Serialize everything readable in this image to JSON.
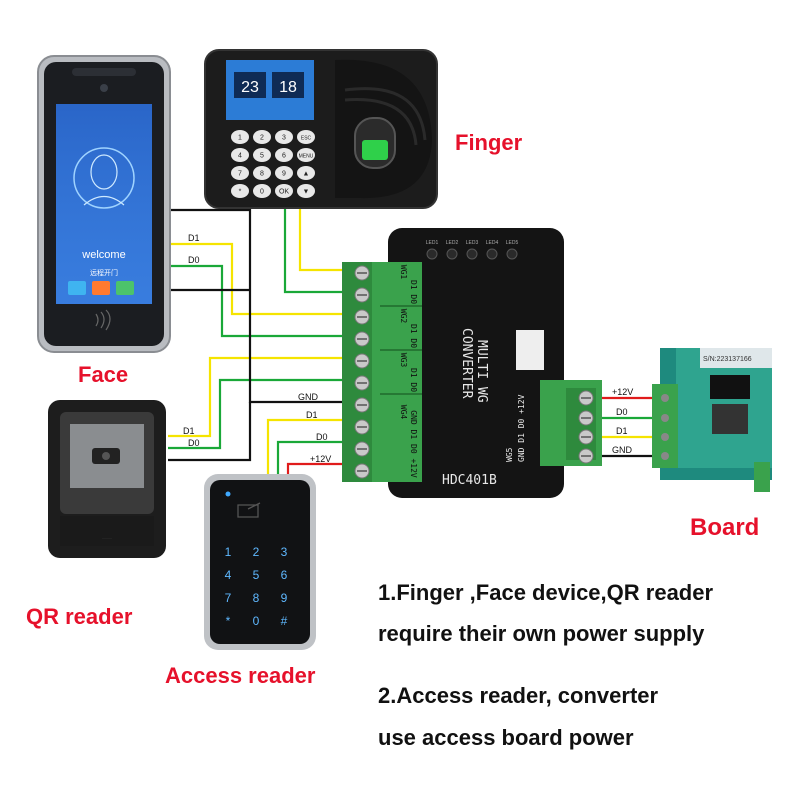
{
  "devices": {
    "face": {
      "label": "Face",
      "screen_text": "welcome",
      "screen_subtext": "远程开门"
    },
    "finger": {
      "label": "Finger",
      "clock": [
        "23",
        "18"
      ],
      "keys": [
        "1",
        "2",
        "3",
        "ESC",
        "4",
        "5",
        "6",
        "MENU",
        "7",
        "8",
        "9",
        "▲",
        "*",
        "0",
        "OK",
        "▼"
      ]
    },
    "qr": {
      "label": "QR reader"
    },
    "access": {
      "label": "Access reader",
      "keys": [
        "1",
        "2",
        "3",
        "4",
        "5",
        "6",
        "7",
        "8",
        "9",
        "*",
        "0",
        "#"
      ]
    },
    "board": {
      "label": "Board",
      "serial": "S/N:223137166"
    }
  },
  "converter": {
    "model": "HDC401B",
    "title_line1": "MULTI WG",
    "title_line2": "CONVERTER",
    "ports": [
      "WG1",
      "WG2",
      "WG3",
      "WG4",
      "WG5"
    ],
    "port_pins": [
      "D1 D0",
      "D1 D0",
      "D1 D0",
      "GND D1 D0 +12V",
      "GND D1 D0 +12V"
    ],
    "leds": [
      "LED1",
      "LED2",
      "LED3",
      "LED4",
      "LED5"
    ]
  },
  "wires": {
    "d1": "D1",
    "d0": "D0",
    "gnd": "GND",
    "v12": "+12V",
    "colors": {
      "d1": "#f5e400",
      "d0": "#1aa838",
      "gnd": "#111111",
      "v12": "#e01b1b"
    }
  },
  "notes": {
    "line1": "1.Finger ,Face device,QR reader",
    "line2": "require their own power supply",
    "line3": "2.Access reader, converter",
    "line4": "use access board power"
  }
}
